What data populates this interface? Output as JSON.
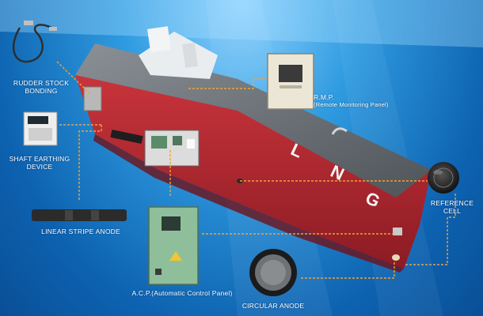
{
  "hull": {
    "letters": [
      "L",
      "N",
      "G"
    ]
  },
  "components": {
    "rudder_stock_bonding": {
      "line1": "RUDDER STOCK",
      "line2": "BONDING"
    },
    "shaft_earthing_device": {
      "line1": "SHAFT EARTHING",
      "line2": "DEVICE"
    },
    "linear_stripe_anode": {
      "label": "LINEAR STRIPE ANODE"
    },
    "rmp": {
      "line1": "R.M.P.",
      "line2": "(Remote Monitoring Panel)"
    },
    "reference_cell": {
      "line1": "REFERENCE",
      "line2": "CELL"
    },
    "acp": {
      "label": "A.C.P.(Automatic Control Panel)"
    },
    "circular_anode": {
      "label": "CIRCULAR ANODE"
    }
  },
  "colors": {
    "water": "#1f86d4",
    "hull_red": "#b4262f",
    "deck_gray": "#6f7478",
    "connector": "#f0a23a",
    "panel_green": "#8fbf9a",
    "panel_beige": "#ece6d6"
  }
}
